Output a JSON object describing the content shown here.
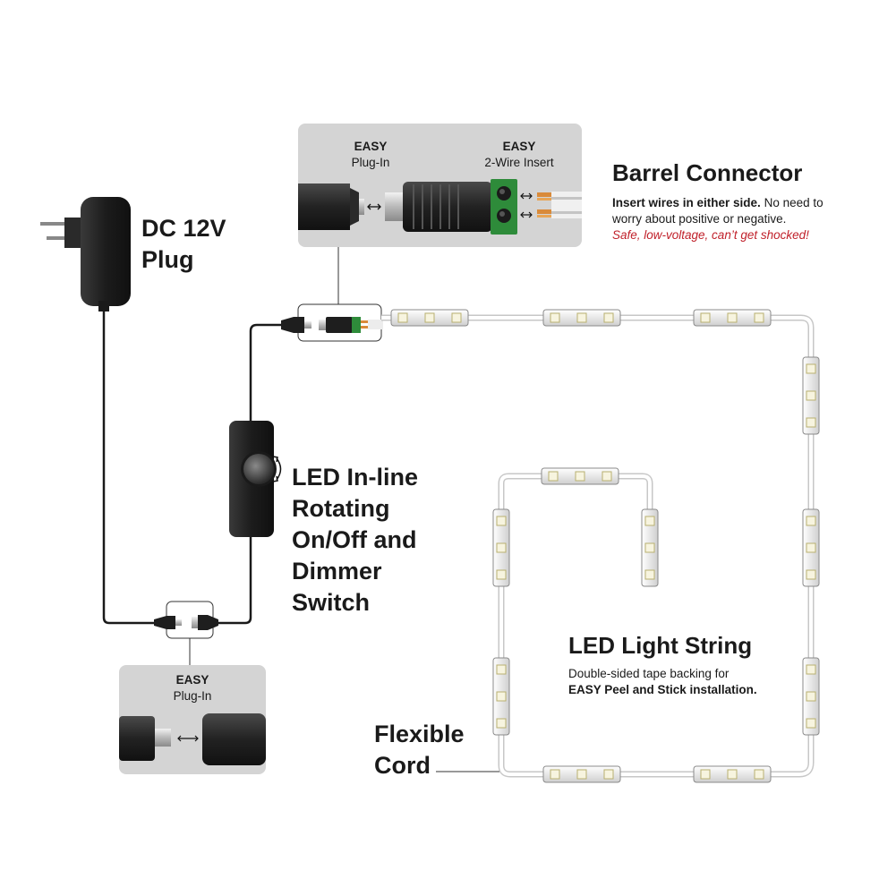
{
  "dc_plug": {
    "line1": "DC 12V",
    "line2": "Plug"
  },
  "barrel": {
    "title": "Barrel Connector",
    "desc_bold": "Insert wires in either side.",
    "desc_rest": " No need to worry about positive or negative.",
    "desc_red": "Safe, low-voltage, can’t get shocked!",
    "inset": {
      "left_bold": "EASY",
      "left_text": "Plug-In",
      "right_bold": "EASY",
      "right_text": "2-Wire Insert"
    }
  },
  "switch": {
    "lines": [
      "LED In-line",
      "Rotating",
      "On/Off and",
      "Dimmer",
      "Switch"
    ]
  },
  "bottom_inset": {
    "bold": "EASY",
    "text": "Plug-In"
  },
  "light_string": {
    "title": "LED Light String",
    "desc_line1": "Double-sided tape backing for",
    "desc_line2": "EASY Peel and Stick installation."
  },
  "cord": {
    "line1": "Flexible",
    "line2": "Cord"
  },
  "icons": [
    "arrow-both-icon",
    "rotate-arrow-icon"
  ],
  "colors": {
    "inset_bg": "#d4d4d4",
    "connector_green": "#2e8b3a",
    "text_red": "#c0202a",
    "led": "#f7f4df"
  }
}
